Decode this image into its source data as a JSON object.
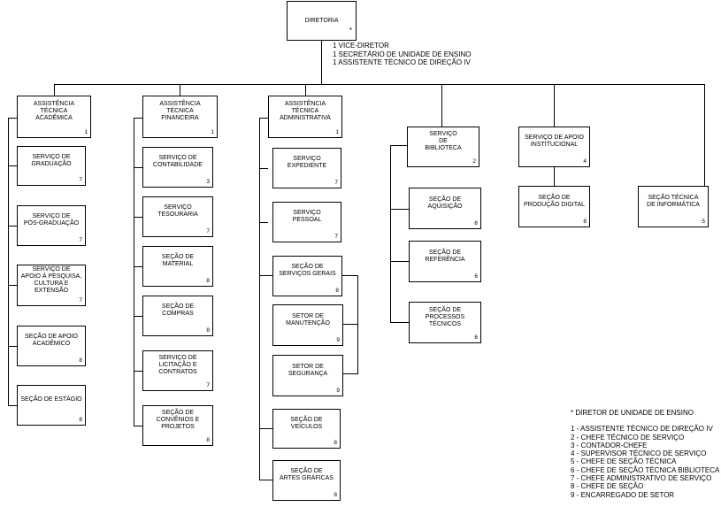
{
  "top": {
    "label": "DIRETORIA",
    "mark": "*"
  },
  "notes": [
    "1 VICE-DIRETOR",
    "1 SECRETÁRIO DE UNIDADE DE ENSINO",
    "1 ASSISTENTE TÉCNICO DE DIREÇÃO IV"
  ],
  "col1": [
    {
      "label": "ASSISTÊNCIA\nTÉCNICA\nACADÊMICA",
      "num": "1"
    },
    {
      "label": "SERVIÇO  DE\nGRADUAÇÃO",
      "num": "7"
    },
    {
      "label": "SERVIÇO DE\nPÓS-GRADUAÇÃO",
      "num": "7"
    },
    {
      "label": "SERVIÇO DE\nAPOIO À PESQUISA,\nCULTURA E\nEXTENSÃO",
      "num": "7"
    },
    {
      "label": "SEÇÃO DE APOIO\nACADÊMICO",
      "num": "8"
    },
    {
      "label": "SEÇÃO DE ESTÁGIO",
      "num": "8"
    }
  ],
  "col2": [
    {
      "label": "ASSISTÊNCIA\nTÉCNICA\nFINANCEIRA",
      "num": "1"
    },
    {
      "label": "SERVIÇO DE\nCONTABILIDADE",
      "num": "3"
    },
    {
      "label": "SERVIÇO\nTESOURARIA",
      "num": "7"
    },
    {
      "label": "SEÇÃO DE\nMATERIAL",
      "num": "8"
    },
    {
      "label": "SEÇÃO DE\nCOMPRAS",
      "num": "8"
    },
    {
      "label": "SERVIÇO DE\nLICITAÇÃO E\nCONTRATOS",
      "num": "7"
    },
    {
      "label": "SEÇÃO DE\nCONVÊNIOS E\nPROJETOS",
      "num": "8"
    }
  ],
  "col3": [
    {
      "label": "ASSISTÊNCIA\nTÉCNICA\nADMINISTRATIVA",
      "num": "1"
    },
    {
      "label": "SERVIÇO\nEXPEDIENTE",
      "num": "7"
    },
    {
      "label": "SERVIÇO\nPESSOAL",
      "num": "7"
    },
    {
      "label": "SEÇÃO DE\nSERVIÇOS GERAIS",
      "num": "8"
    },
    {
      "label": "SETOR  DE\nMANUTENÇÃO",
      "num": "9"
    },
    {
      "label": "SETOR DE\nSEGURANÇA",
      "num": "9"
    },
    {
      "label": "SEÇÃO DE\nVEÍCULOS",
      "num": "8"
    },
    {
      "label": "SEÇÃO DE\nARTES GRÁFICAS",
      "num": "8"
    }
  ],
  "col4": [
    {
      "label": "SERVIÇO\nDE\nBIBLIOTECA",
      "num": "2"
    },
    {
      "label": "SEÇÃO DE\nAQUISIÇÃO",
      "num": "6"
    },
    {
      "label": "SEÇÃO DE\nREFERÊNCIA",
      "num": "6"
    },
    {
      "label": "SEÇÃO DE\nPROCESSOS\nTÉCNICOS",
      "num": "6"
    }
  ],
  "col5": [
    {
      "label": "SERVIÇO DE APOIO\nINSTITUCIONAL",
      "num": "4"
    },
    {
      "label": "SEÇÃO DE\nPRODUÇÃO DIGITAL",
      "num": "8"
    }
  ],
  "col6": [
    {
      "label": "SEÇÃO TÉCNICA\nDE INFORMÁTICA",
      "num": "5"
    }
  ],
  "legend": {
    "star": "*  DIRETOR DE UNIDADE DE ENSINO",
    "items": [
      "1 - ASSISTENTE TÉCNICO DE DIREÇÃO IV",
      "2 - CHEFE TÉCNICO DE SERVIÇO",
      "3 - CONTADOR-CHEFE",
      "4 - SUPERVISOR TÉCNICO DE SERVIÇO",
      "5 - CHEFE DE SEÇÃO TÉCNICA",
      "6 - CHEFE DE SEÇÃO TÉCNICA BIBLIOTECA",
      "7 - CHEFE ADMINISTRATIVO DE SERVIÇO",
      "8 - CHEFE DE SEÇÃO",
      "9 - ENCARREGADO DE SETOR"
    ]
  }
}
